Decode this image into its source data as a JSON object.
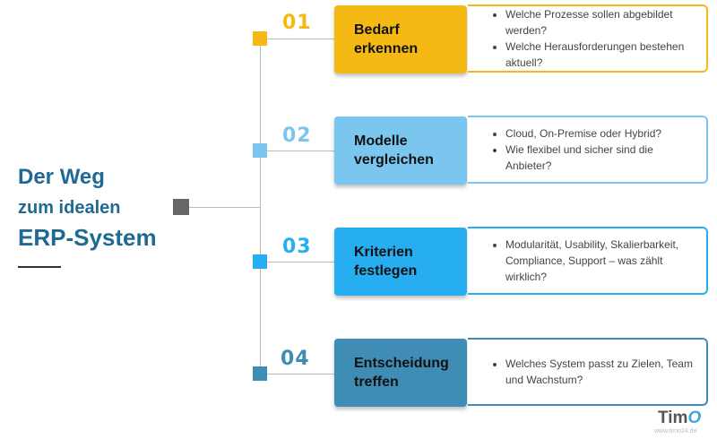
{
  "title": {
    "line1": "Der Weg",
    "line2": "zum idealen",
    "line3": "ERP-System"
  },
  "steps": [
    {
      "number": "01",
      "label": "Bedarf\nerkennen",
      "color": "#f5b914",
      "node_color": "#f5b914",
      "bullets": [
        "Welche Prozesse sollen abgebildet werden?",
        "Welche Herausforderungen bestehen aktuell?"
      ]
    },
    {
      "number": "02",
      "label": "Modelle\nvergleichen",
      "color": "#7bc6ee",
      "node_color": "#7bc6ee",
      "bullets": [
        "Cloud, On-Premise oder Hybrid?",
        "Wie flexibel und sicher sind die Anbieter?"
      ]
    },
    {
      "number": "03",
      "label": "Kriterien\nfestlegen",
      "color": "#27aef0",
      "node_color": "#27aef0",
      "bullets": [
        "Modularität, Usability, Skalierbarkeit, Compliance, Support – was zählt wirklich?"
      ]
    },
    {
      "number": "04",
      "label": "Entscheidung\ntreffen",
      "color": "#3f8db4",
      "node_color": "#3f8db4",
      "bullets": [
        "Welches System passt zu Zielen, Team und Wachstum?"
      ]
    }
  ],
  "logo": {
    "text_a": "Tim",
    "text_b": "O",
    "sub": "www.timo24.de"
  }
}
